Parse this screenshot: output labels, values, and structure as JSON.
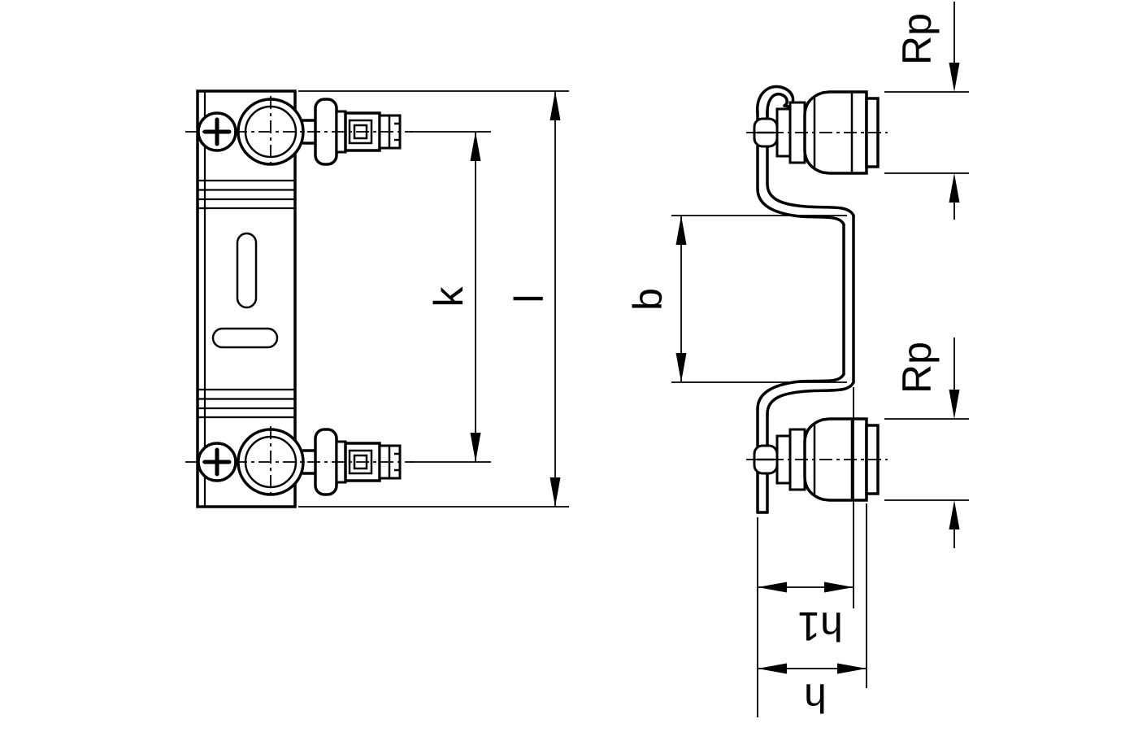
{
  "dimensions": {
    "k": "k",
    "l": "l",
    "b": "b",
    "rp_top": "Rp",
    "rp_middle": "Rp",
    "h1": "h1",
    "h": "h"
  },
  "colors": {
    "ink": "#000000",
    "paper": "#ffffff"
  }
}
